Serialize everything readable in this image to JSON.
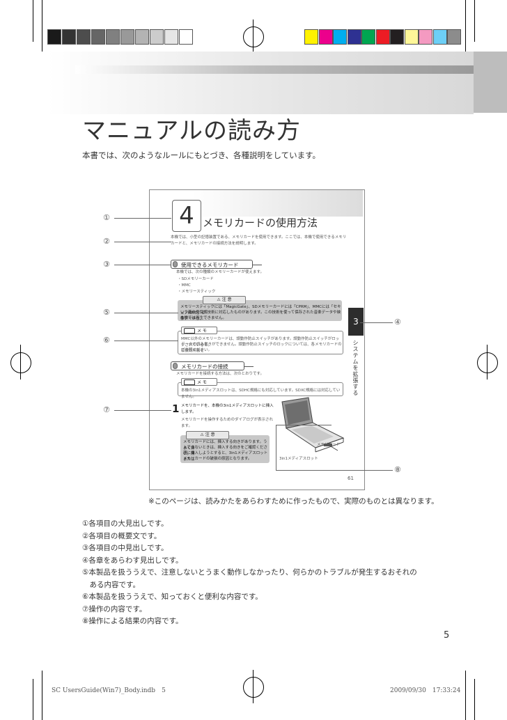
{
  "heading": {
    "title": "マニュアルの読み方",
    "intro": "本書では、次のようなルールにもとづき、各種説明をしています。"
  },
  "sample_page": {
    "chapter_number": "4",
    "chapter_title": "メモリカードの使用方法",
    "summary_line1": "本機では、小型の記憶装置である、メモリカードを使用できます。ここでは、本機で使用できるメモリ",
    "summary_line2": "カードと、メモリカードの接続方法を説明します。",
    "section1_title": "使用できるメモリカード",
    "section1_body": "本機では、次の種類のメモリーカードが使えます。",
    "section1_items": [
      "・SDメモリーカード",
      "・MMC",
      "・メモリースティック"
    ],
    "caution_label": "注 意",
    "caution1_line1": "メモリースティックには「MagicGate」、SDメモリーカードには「CPRM」、MMCには「セキュアMMC」と",
    "caution1_line2": "いう著作権保護技術に対応したものがあります。この技術を使って保存された音楽データや映像データは、",
    "caution1_line3": "本機では再生できません。",
    "memo_label": "メ モ",
    "memo1_line1": "MMC以外のメモリーカードは、誤動作防止スイッチがあります。誤動作防止スイッチがロックされていると、",
    "memo1_line2": "データの読み書きができません。誤動作防止スイッチのロックについては、各メモリカードの取扱説明書を",
    "memo1_line3": "ご参照ください。",
    "section2_title": "メモリカードの接続",
    "section2_body": "メモリカードを接続する方法は、次のとおりです。",
    "memo2_line1": "本機の3in1メディアスロットは、SDHC規格にも対応しています。SDXC規格には対応していません。",
    "step_number": "1",
    "step_line1": "メモリカードを、本機の3in1メディアスロットに挿入",
    "step_line2": "します。",
    "step_result1": "メモリカードを操作するためのダイアログが表示され",
    "step_result2": "ます。",
    "caution2_line1": "メモリカードには、挿入する向きがあります。うまく挿",
    "caution2_line2": "入できないときは、挿入する向きをご確認ください。無",
    "caution2_line3": "理に挿入しようとすると、3in1メディアスロットまたは",
    "caution2_line4": "メモリカードの破損の原因となります。",
    "illustration_label1": "メモリカード",
    "illustration_label2": "3in1メディアスロット",
    "side_chapter": "3",
    "side_text": "システムを拡張する",
    "page_number": "61"
  },
  "markers": [
    "①",
    "②",
    "③",
    "④",
    "⑤",
    "⑥",
    "⑦",
    "⑧"
  ],
  "note": "※このページは、読みかたをあらわすために作ったもので、実際のものとは異なります。",
  "legend": [
    "①各項目の大見出しです。",
    "②各項目の概要文です。",
    "③各項目の中見出しです。",
    "④各章をあらわす見出しです。",
    "⑤本製品を扱ううえで、注意しないとうまく動作しなかったり、何らかのトラブルが発生するおそれの",
    "　ある内容です。",
    "⑥本製品を扱ううえで、知っておくと便利な内容です。",
    "⑦操作の内容です。",
    "⑧操作による結果の内容です。"
  ],
  "page_number": "5",
  "footer": {
    "file": "SC UsersGuide(Win7)_Body.indb　5",
    "timestamp": "2009/09/30　17:33:24"
  },
  "colors": {
    "gray_swatches": [
      "#1a1a1a",
      "#333333",
      "#4d4d4d",
      "#666666",
      "#808080",
      "#999999",
      "#b3b3b3",
      "#cccccc",
      "#e6e6e6",
      "#ffffff"
    ],
    "color_swatches": [
      "#fff200",
      "#ec008c",
      "#00aeef",
      "#2e3192",
      "#00a651",
      "#ed1c24",
      "#231f20",
      "#fff799",
      "#f49ac1",
      "#6dcff6",
      "#8c8c8c"
    ]
  }
}
